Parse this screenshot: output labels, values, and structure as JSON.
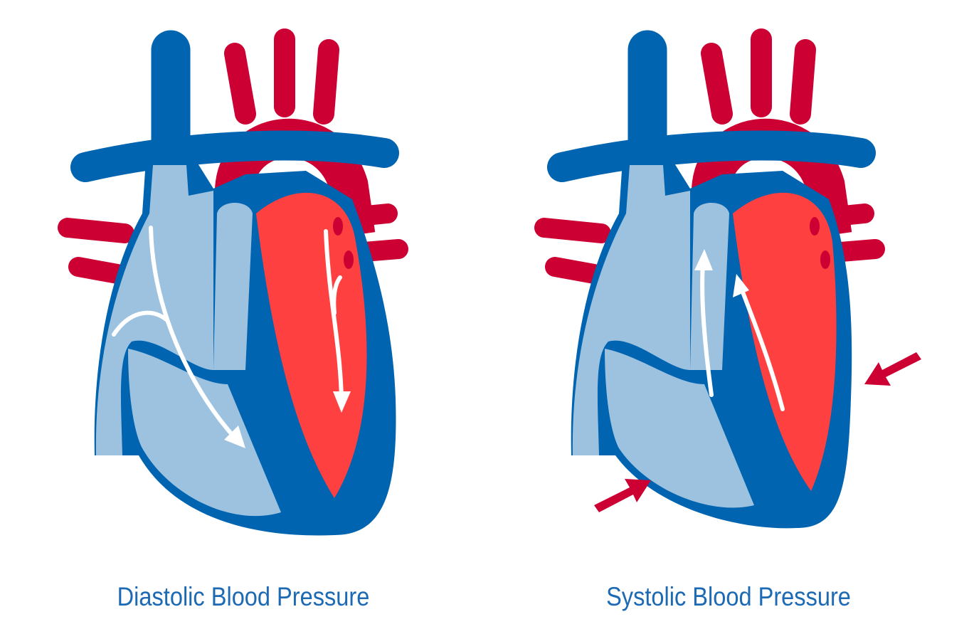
{
  "colors": {
    "dark_blue": "#0064b0",
    "light_blue": "#9cc2e0",
    "vessel_red": "#cc0033",
    "chamber_red": "#ff4040",
    "caption": "#1c69b4"
  },
  "panels": [
    {
      "caption": "Diastolic Blood Pressure",
      "flow": "down-into-ventricles"
    },
    {
      "caption": "Systolic Blood Pressure",
      "flow": "up-out-of-ventricles",
      "compression_arrows": true
    }
  ]
}
